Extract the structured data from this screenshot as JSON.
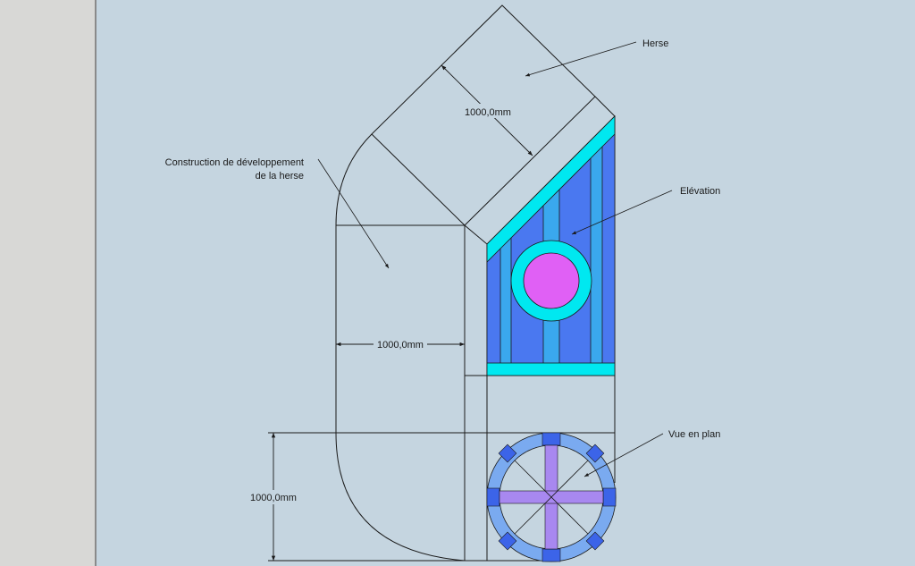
{
  "labels": {
    "herse": "Herse",
    "construction_line1": "Construction de développement",
    "construction_line2": "de la herse",
    "elevation": "Elévation",
    "plan": "Vue en plan"
  },
  "dimensions": {
    "top": "1000,0mm",
    "middle": "1000,0mm",
    "left": "1000,0mm"
  },
  "colors": {
    "background": "#c5d5e0",
    "panel": "#d8d8d6",
    "line": "#1a1a1a",
    "cyan": "#00e8f0",
    "blue_light": "#3aa8ee",
    "blue_dark": "#4a78f0",
    "magenta": "#e060f5",
    "plan_ring": "#7aaaf0",
    "plan_ring_dark": "#3c64e8",
    "plan_cross": "#a888f0"
  }
}
